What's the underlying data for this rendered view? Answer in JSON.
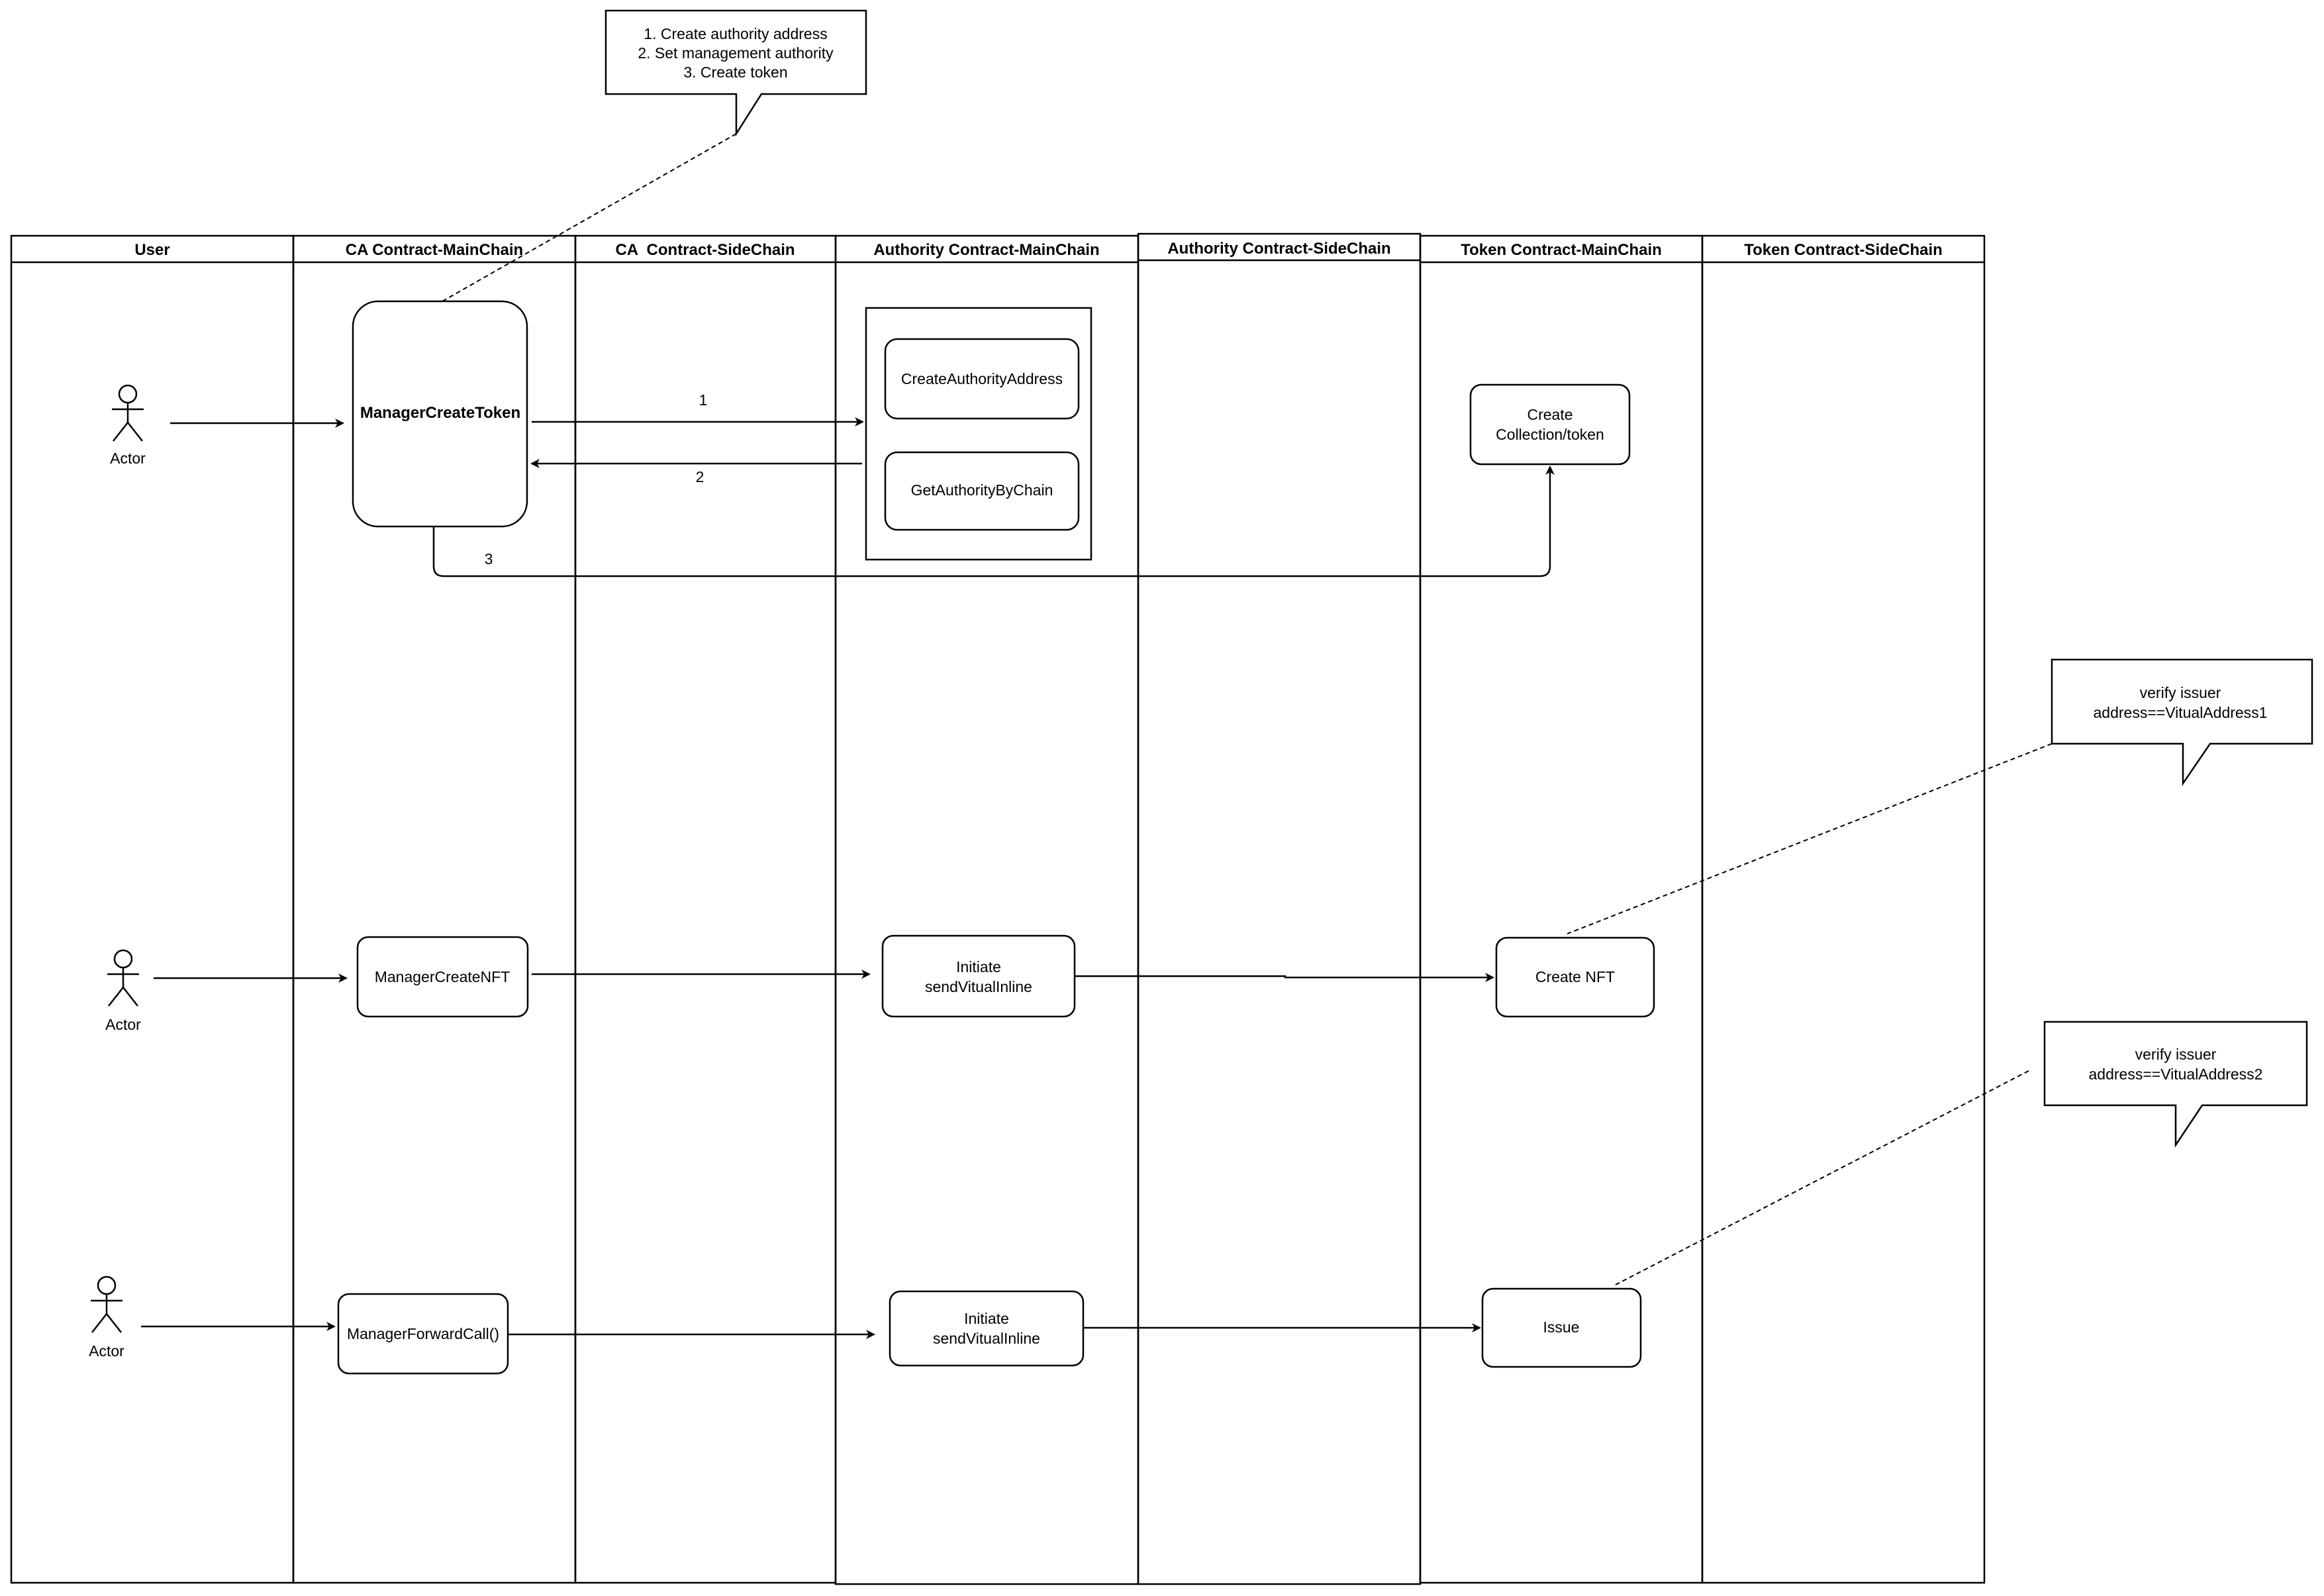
{
  "lanes": [
    "User",
    "CA Contract-MainChain",
    "CA  Contract-SideChain",
    "Authority Contract-MainChain",
    "Authority Contract-SideChain",
    "Token Contract-MainChain",
    "Token Contract-SideChain"
  ],
  "actors": [
    "Actor",
    "Actor",
    "Actor"
  ],
  "ca_main": {
    "manager_create_token": "ManagerCreateToken",
    "manager_create_nft": "ManagerCreateNFT",
    "manager_forward_call": "ManagerForwardCall()"
  },
  "authority_main": {
    "create_authority_address": "CreateAuthorityAddress",
    "get_authority_by_chain": "GetAuthorityByChain",
    "initiate_1": [
      "Initiate",
      "sendVitualInline"
    ],
    "initiate_2": [
      "Initiate",
      "sendVitualInline"
    ]
  },
  "token_main": {
    "create_collection": [
      "Create",
      "Collection/token"
    ],
    "create_nft": "Create NFT",
    "issue": "Issue"
  },
  "step_labels": [
    "1",
    "2",
    "3"
  ],
  "callouts": {
    "steps": [
      "1. Create authority address",
      "2. Set management authority",
      "3. Create token"
    ],
    "verify_1": [
      "verify issuer",
      "address==VitualAddress1"
    ],
    "verify_2": [
      "verify issuer",
      "address==VitualAddress2"
    ]
  },
  "colors": {
    "stroke": "#000000",
    "background": "#ffffff"
  }
}
